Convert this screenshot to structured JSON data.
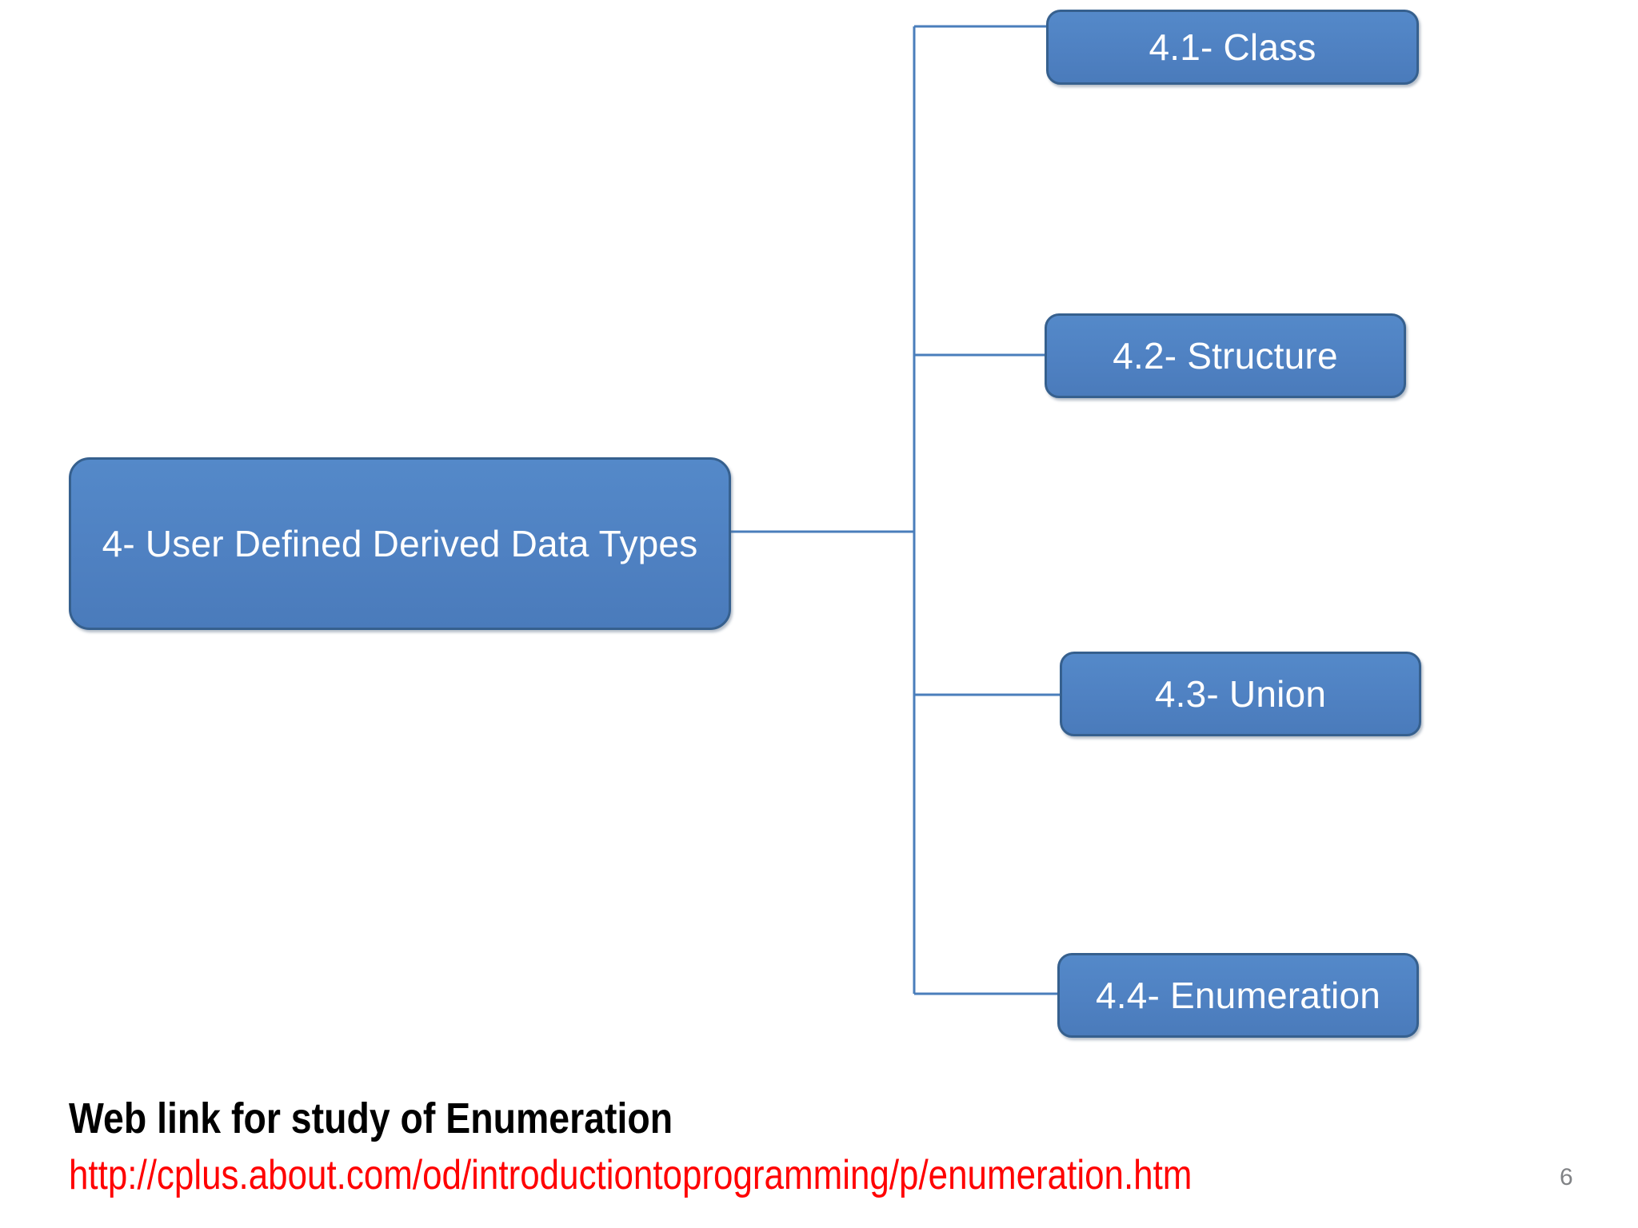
{
  "slide": {
    "background_color": "#FFFFFF",
    "page_number": "6"
  },
  "diagram": {
    "type": "hierarchy",
    "node_fill_color": "#4F81C2",
    "node_border_color": "#36608E",
    "node_text_color": "#FFFFFF",
    "connector_color": "#4A7EBB",
    "root": {
      "label": "4- User Defined Derived Data Types"
    },
    "children": [
      {
        "label": "4.1- Class"
      },
      {
        "label": "4.2- Structure"
      },
      {
        "label": "4.3- Union"
      },
      {
        "label": "4.4- Enumeration"
      }
    ]
  },
  "footer": {
    "heading": "Web link for study of Enumeration",
    "url": "http://cplus.about.com/od/introductiontoprogramming/p/enumeration.htm",
    "url_color": "#FF0000",
    "heading_color": "#000000"
  }
}
